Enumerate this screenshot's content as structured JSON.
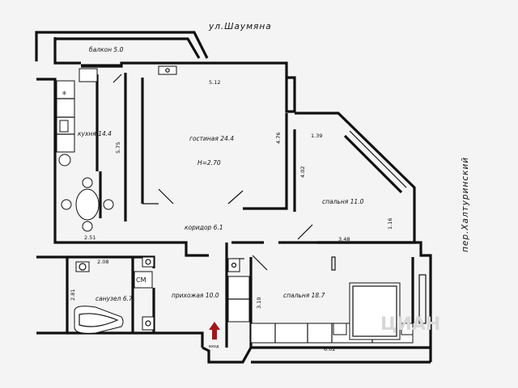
{
  "streets": {
    "top": "ул.Шаумяна",
    "right": "пер.Халтуринский"
  },
  "rooms": {
    "balcony": "балкон 5.0",
    "kitchen": "кухня 14.4",
    "living": "гостиная 24.4",
    "ceiling": "H=2.70",
    "bedroom_small": "спальня 11.0",
    "corridor": "коридор 6.1",
    "bathroom": "санузел 6.7",
    "hallway": "прихожая 10.0",
    "bedroom_large": "спальня 18.7"
  },
  "dimensions": {
    "living_width": "5.12",
    "kitchen_length": "5.75",
    "living_depth": "4.76",
    "bedroom_small_top": "1.39",
    "bedroom_small_left": "4.02",
    "bedroom_small_right": "1.16",
    "bedroom_small_bottom": "3.48",
    "dining_width": "2.51",
    "bathroom_width": "2.08",
    "bathroom_depth": "2.81",
    "hallway_depth": "3.10",
    "bedroom_large_width": "6.02"
  },
  "fixtures": {
    "washer": "СМ",
    "entrance": "вход"
  },
  "watermark": "ЦИАН"
}
